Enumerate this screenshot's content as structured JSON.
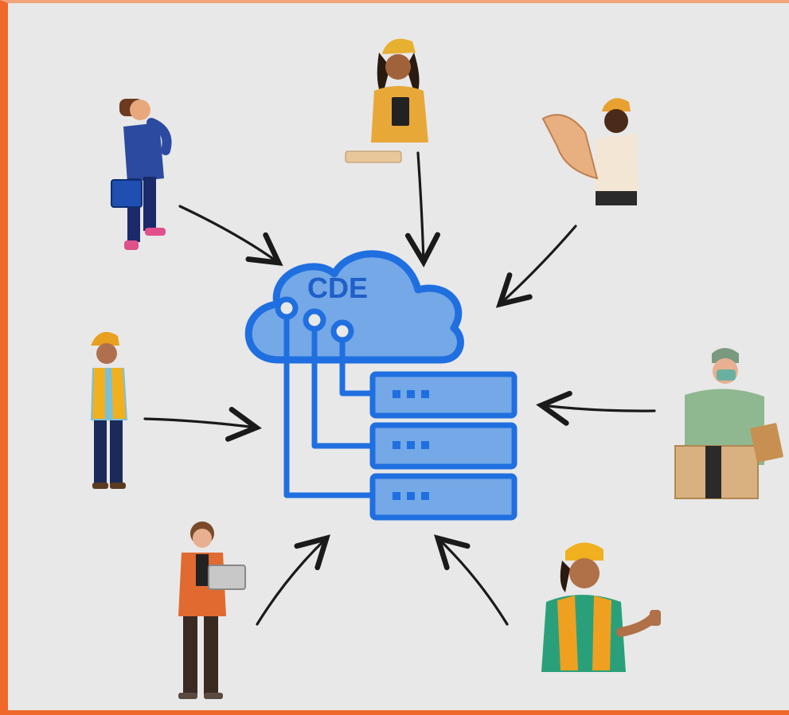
{
  "diagram": {
    "center_label": "CDE",
    "colors": {
      "accent_blue": "#1f6fe0",
      "fill_blue": "#74a8e6",
      "frame_orange": "#f0682a",
      "background": "#e8e8e8",
      "arrow": "#1a1a1a"
    },
    "icons": [
      "cloud-icon",
      "server-rack-icon"
    ],
    "people": [
      "businessman-with-briefcase",
      "woman-architect-with-clipboard",
      "worker-holding-blueprint",
      "construction-worker-hi-vis",
      "delivery-worker-with-box",
      "woman-with-laptop",
      "woman-worker-thumbs-up"
    ]
  }
}
